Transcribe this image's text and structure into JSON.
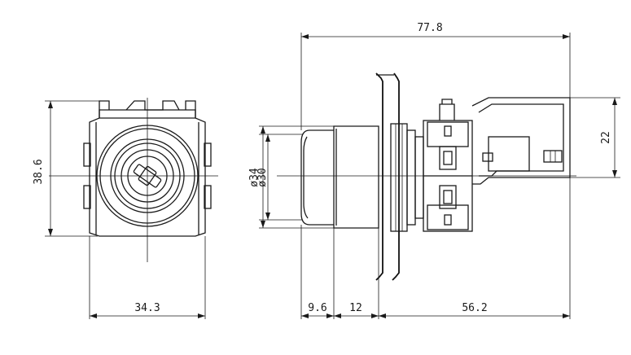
{
  "dimensions": {
    "overall_length": "77.8",
    "height_right": "22",
    "height_left": "38.6",
    "width_left": "34.3",
    "diameter_outer": "ø34",
    "diameter_inner": "ø30",
    "d96": "9.6",
    "d12": "12",
    "d562": "56.2"
  },
  "colors": {
    "line": "#1a1a1a",
    "background": "#ffffff"
  }
}
